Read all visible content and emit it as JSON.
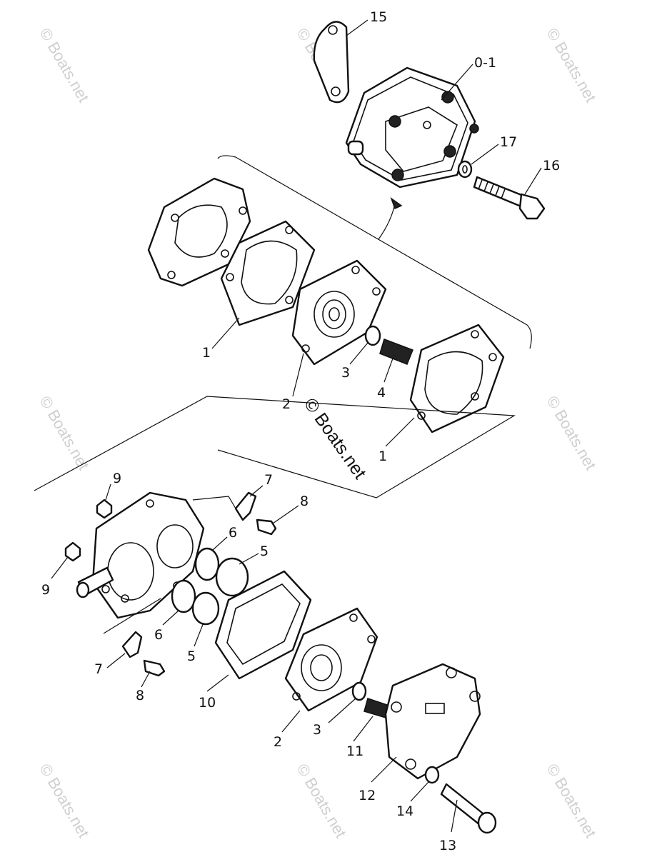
{
  "watermark": {
    "text": "© Boats.net"
  },
  "callouts": [
    {
      "id": "c15",
      "label": "15"
    },
    {
      "id": "c01",
      "label": "0-1"
    },
    {
      "id": "c17",
      "label": "17"
    },
    {
      "id": "c16",
      "label": "16"
    },
    {
      "id": "c1a",
      "label": "1"
    },
    {
      "id": "c2a",
      "label": "2"
    },
    {
      "id": "c3a",
      "label": "3"
    },
    {
      "id": "c4",
      "label": "4"
    },
    {
      "id": "c1b",
      "label": "1"
    },
    {
      "id": "c9a",
      "label": "9"
    },
    {
      "id": "c9b",
      "label": "9"
    },
    {
      "id": "c7a",
      "label": "7"
    },
    {
      "id": "c8a",
      "label": "8"
    },
    {
      "id": "c6a",
      "label": "6"
    },
    {
      "id": "c5a",
      "label": "5"
    },
    {
      "id": "c6b",
      "label": "6"
    },
    {
      "id": "c5b",
      "label": "5"
    },
    {
      "id": "c7b",
      "label": "7"
    },
    {
      "id": "c8b",
      "label": "8"
    },
    {
      "id": "c10",
      "label": "10"
    },
    {
      "id": "c2b",
      "label": "2"
    },
    {
      "id": "c3b",
      "label": "3"
    },
    {
      "id": "c11",
      "label": "11"
    },
    {
      "id": "c12",
      "label": "12"
    },
    {
      "id": "c14",
      "label": "14"
    },
    {
      "id": "c13",
      "label": "13"
    }
  ]
}
